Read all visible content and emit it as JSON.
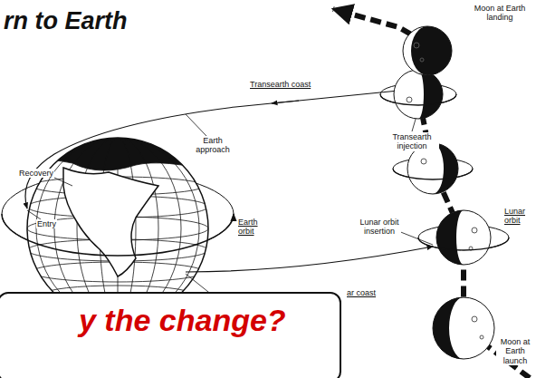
{
  "diagram": {
    "nodes": [
      {
        "text": [
          "y the change?"
        ]
      }
    ],
    "labels": [
      "rn to Earth",
      "Moon at Earth landing",
      "Earth approach",
      "Transearth coast",
      "Transearth injection",
      "Recovery",
      "Entry",
      "Earth orbit",
      "Lunar orbit insertion",
      "Lunar orbit",
      "Launch",
      "ar coast",
      "Moon at Earth launch"
    ]
  }
}
